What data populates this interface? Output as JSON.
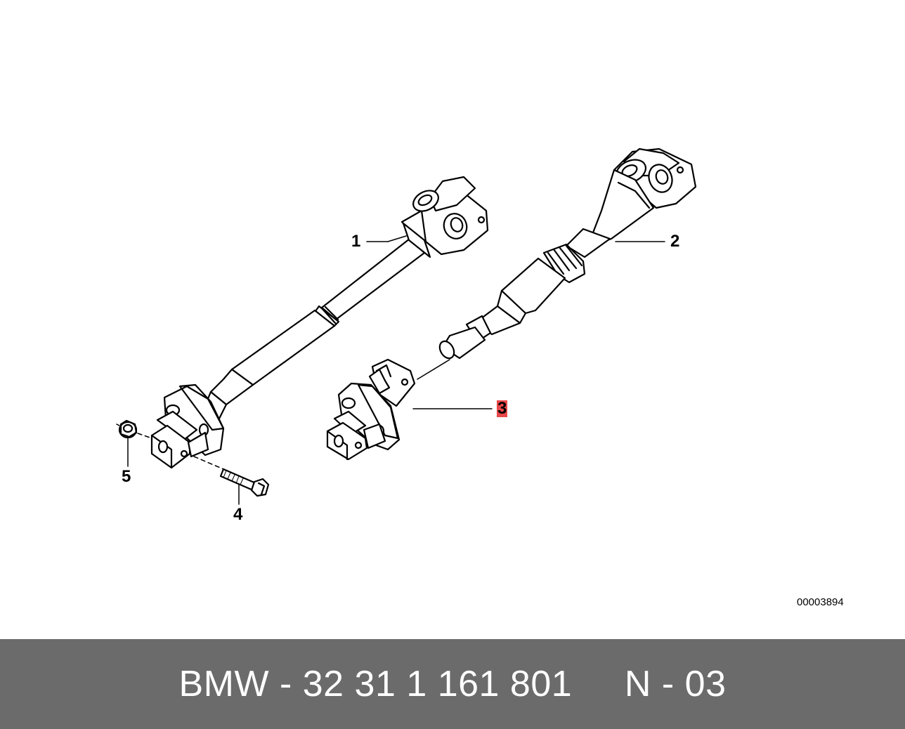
{
  "diagram": {
    "callouts": [
      {
        "number": "1",
        "highlighted": false
      },
      {
        "number": "2",
        "highlighted": false
      },
      {
        "number": "3",
        "highlighted": true
      },
      {
        "number": "4",
        "highlighted": false
      },
      {
        "number": "5",
        "highlighted": false
      }
    ],
    "image_id": "00003894",
    "highlight_color": "#e8484a"
  },
  "footer": {
    "text": "BMW - 32 31 1 161 801     N - 03",
    "background_color": "#6b6b6b"
  }
}
